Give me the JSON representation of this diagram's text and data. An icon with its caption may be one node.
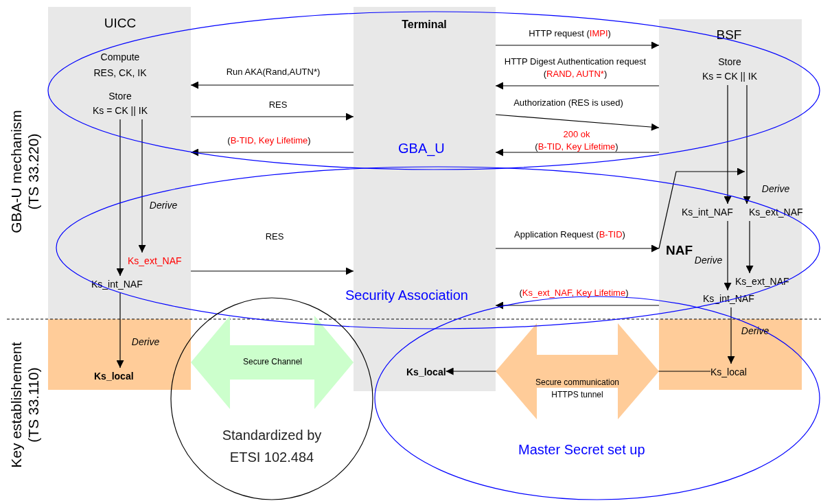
{
  "diagram": {
    "nodes": [
      {
        "text": [
          "UICC"
        ]
      },
      {
        "text": [
          "Store",
          "Ks = CK || IK"
        ],
        "in": 0
      },
      {
        "text": [
          "Ks_ext_NAF"
        ],
        "in": 0
      },
      {
        "text": [
          "Ks_int_NAF"
        ],
        "in": 0
      },
      {
        "text": [],
        "shape": "box"
      },
      {
        "text": [
          "Ks_local"
        ],
        "in": 4
      },
      {
        "text": [
          "Terminal"
        ]
      },
      {
        "text": [
          "Ks_local"
        ],
        "in": 6
      },
      {
        "text": [
          "BSF"
        ]
      },
      {
        "text": [
          "Store",
          "Ks = CK || IK"
        ],
        "in": 8
      },
      {
        "text": [
          "Ks_int_NAF"
        ],
        "in": 8
      },
      {
        "text": [
          "Ks_ext_NAF"
        ],
        "in": 8
      },
      {
        "text": [
          "NAF"
        ]
      },
      {
        "text": [
          "Ks_ext_NAF"
        ],
        "in": 12
      },
      {
        "text": [
          "Ks_int_NAF"
        ],
        "in": 12
      },
      {
        "text": [],
        "shape": "box"
      },
      {
        "text": [
          "Ks_local"
        ],
        "in": 15
      }
    ],
    "edges": [
      {
        "from": 6,
        "to": 8,
        "arrow": "to",
        "label": "HTTP request (IMPI)"
      },
      {
        "from": 8,
        "to": 6,
        "arrow": "to",
        "label": "HTTP Digest Authentication request (RAND, AUTN*)"
      },
      {
        "from": 6,
        "to": 8,
        "arrow": "to",
        "label": "Authorization (RES is used)"
      },
      {
        "from": 8,
        "to": 6,
        "arrow": "to",
        "label": "200 ok (B-TID, Key Lifetime)"
      },
      {
        "from": 6,
        "to": 0,
        "arrow": "to",
        "label": "Run AKA(Rand,AUTN*)"
      },
      {
        "from": 0,
        "to": 6,
        "arrow": "to",
        "label": "RES"
      },
      {
        "from": 6,
        "to": 0,
        "arrow": "to",
        "label": "(B-TID, Key Lifetime)"
      },
      {
        "from": 1,
        "to": 3,
        "arrow": "to"
      },
      {
        "from": 1,
        "to": 2,
        "arrow": "to",
        "label": "Derive"
      },
      {
        "from": 0,
        "to": 6,
        "arrow": "to",
        "label": "RES"
      },
      {
        "from": 3,
        "to": 5,
        "arrow": "to",
        "label": "Derive"
      },
      {
        "from": 6,
        "to": 12,
        "arrow": "to",
        "label": "Application Request (B-TID)"
      },
      {
        "from": 12,
        "to": null,
        "arrow": "to"
      },
      {
        "from": 12,
        "to": 6,
        "arrow": "to",
        "label": "(Ks_ext_NAF, Key Lifetime)"
      },
      {
        "from": 9,
        "to": 10,
        "arrow": "to"
      },
      {
        "from": 9,
        "to": 11,
        "arrow": "to",
        "label": "Derive"
      },
      {
        "from": 10,
        "to": 14,
        "arrow": "to",
        "label": "Derive"
      },
      {
        "from": 11,
        "to": 13,
        "arrow": "to"
      },
      {
        "from": 14,
        "to": 16,
        "arrow": "to",
        "label": "Derive"
      },
      {
        "from": 16,
        "to": 7,
        "arrow": "to"
      },
      {
        "from": 4,
        "to": 6,
        "arrow": "both",
        "label": "Secure Channel",
        "style": "thick",
        "color": "#ccffcc"
      },
      {
        "from": 6,
        "to": 15,
        "arrow": "both",
        "label": "Secure communication HTTPS tunnel",
        "style": "thick",
        "color": "#ffcc99"
      }
    ],
    "labels": [
      "GBA-U mechanism (TS 33.220)",
      "Compute",
      "RES, CK, IK",
      "GBA_U",
      "Security Association",
      "Key establishement (TS 33.110)",
      "Standardized by ETSI 102.484",
      "Master Secret set up"
    ]
  }
}
